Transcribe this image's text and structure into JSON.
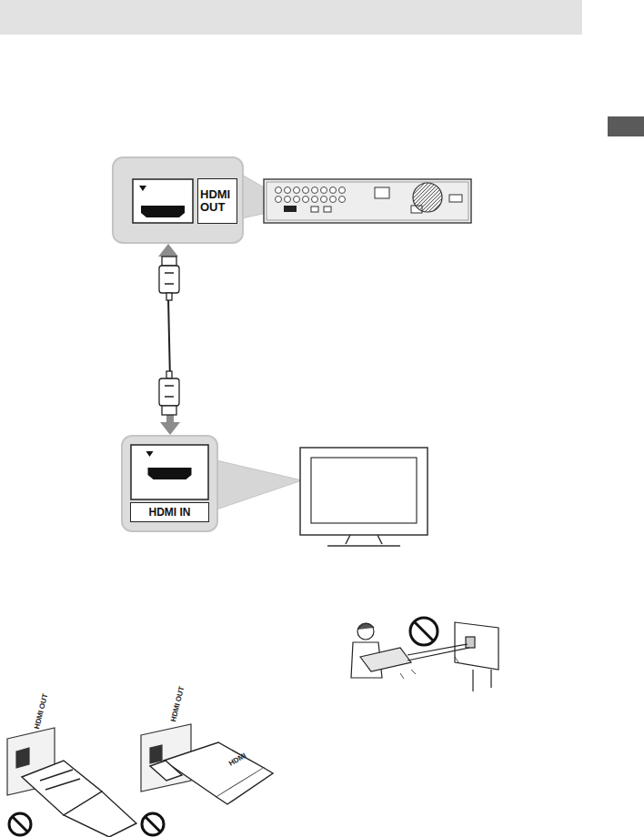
{
  "diagram": {
    "nodes": [
      {
        "text": [
          "HDMI OUT"
        ]
      },
      {
        "text": [
          "HDMI IN"
        ]
      }
    ],
    "edges": [
      {
        "from": 0,
        "to": 1,
        "arrow": "both"
      }
    ],
    "labels": [
      "HDMI OUT",
      "HDMI OUT",
      "HDMI"
    ]
  }
}
